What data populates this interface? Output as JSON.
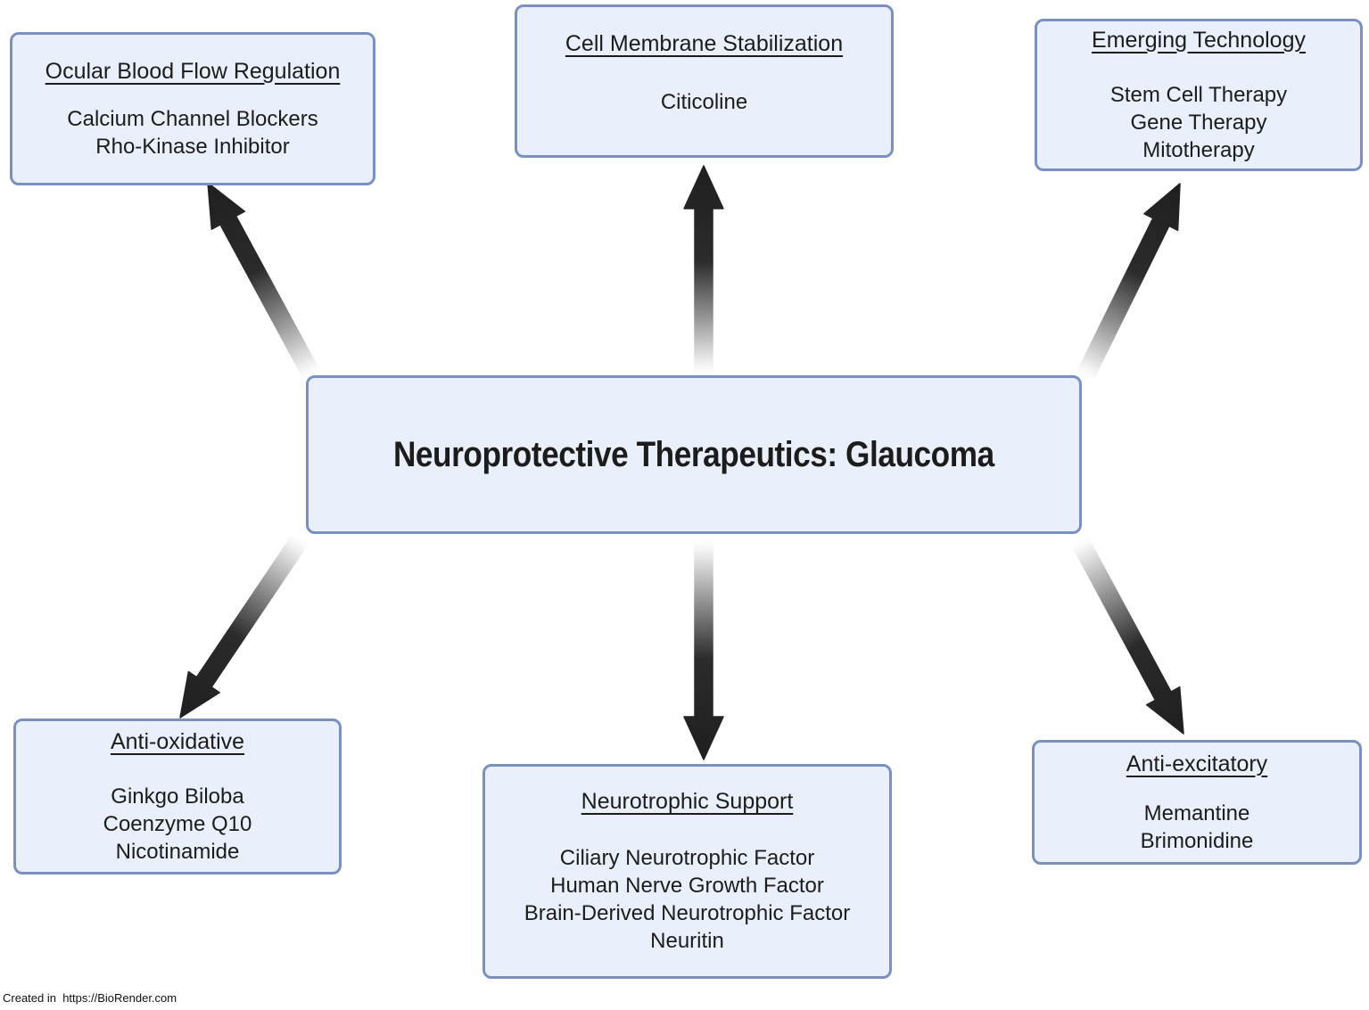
{
  "diagram": {
    "center": {
      "id": "center",
      "title": "Neuroprotective Therapeutics: Glaucoma"
    },
    "nodes": [
      {
        "id": "ocular-blood-flow-regulation",
        "title": "Ocular Blood Flow Regulation",
        "items": [
          "Calcium Channel Blockers",
          "Rho-Kinase Inhibitor"
        ]
      },
      {
        "id": "cell-membrane-stabilization",
        "title": "Cell Membrane Stabilization",
        "items": [
          "Citicoline"
        ]
      },
      {
        "id": "emerging-technology",
        "title": "Emerging Technology",
        "items": [
          "Stem Cell Therapy",
          "Gene Therapy",
          "Mitotherapy"
        ]
      },
      {
        "id": "anti-oxidative",
        "title": "Anti-oxidative",
        "items": [
          "Ginkgo Biloba",
          "Coenzyme Q10",
          "Nicotinamide"
        ]
      },
      {
        "id": "neurotrophic-support",
        "title": "Neurotrophic Support",
        "items": [
          "Ciliary Neurotrophic Factor",
          "Human Nerve Growth Factor",
          "Brain-Derived Neurotrophic Factor",
          "Neuritin"
        ]
      },
      {
        "id": "anti-excitatory",
        "title": "Anti-excitatory",
        "items": [
          "Memantine",
          "Brimonidine"
        ]
      }
    ],
    "edges": [
      {
        "from": "center",
        "to": "ocular-blood-flow-regulation"
      },
      {
        "from": "center",
        "to": "cell-membrane-stabilization"
      },
      {
        "from": "center",
        "to": "emerging-technology"
      },
      {
        "from": "center",
        "to": "anti-oxidative"
      },
      {
        "from": "center",
        "to": "neurotrophic-support"
      },
      {
        "from": "center",
        "to": "anti-excitatory"
      }
    ],
    "colors": {
      "box_fill": "#eaf0fb",
      "box_border": "#7a91c0",
      "arrow_dark": "#1f1f1f",
      "arrow_fade": "#ffffff",
      "text": "#1c1c1c"
    }
  },
  "footer": {
    "credit": "Created in  https://BioRender.com"
  }
}
